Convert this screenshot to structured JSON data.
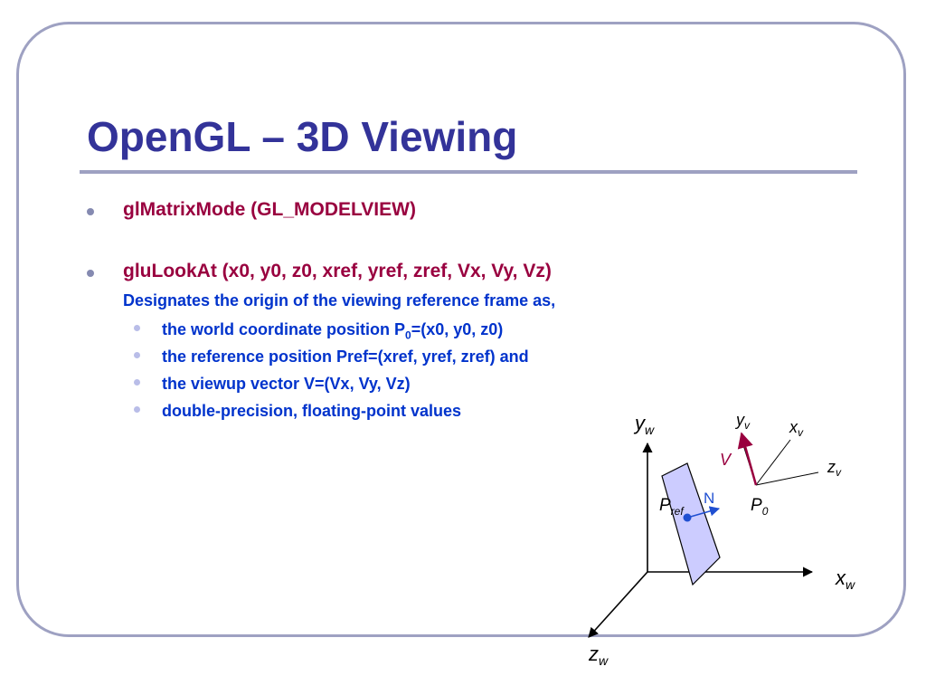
{
  "slide": {
    "title": "OpenGL – 3D Viewing",
    "bullets": [
      "glMatrixMode (GL_MODELVIEW)",
      "gluLookAt (x0, y0, z0, xref, yref, zref, Vx, Vy, Vz)"
    ],
    "description": "Designates the origin of the viewing reference frame as,",
    "subbullets": {
      "world_prefix": "the world coordinate position P",
      "world_subscript": "0",
      "world_suffix": "=(x0, y0, z0)",
      "reference": "the reference position Pref=(xref, yref, zref) and",
      "viewup": "the viewup vector V=(Vx, Vy, Vz)",
      "precision": "double-precision, floating-point values"
    }
  },
  "diagram": {
    "world_axes": {
      "y_base": "y",
      "y_sub": "w",
      "x_base": "x",
      "x_sub": "w",
      "z_base": "z",
      "z_sub": "w"
    },
    "view_axes": {
      "y_base": "y",
      "y_sub": "v",
      "x_base": "x",
      "x_sub": "v",
      "z_base": "z",
      "z_sub": "v"
    },
    "viewup_label": "V",
    "normal_label": "N",
    "pref_base": "P",
    "pref_sub": "ref",
    "p0_base": "P",
    "p0_sub": "0",
    "colors": {
      "title": "#333399",
      "bullet_text": "#99003f",
      "body_text": "#0033cc",
      "view_plane_fill": "#ccccff",
      "viewup_vector": "#99003f",
      "normal_vector": "#1f4fd1"
    }
  }
}
